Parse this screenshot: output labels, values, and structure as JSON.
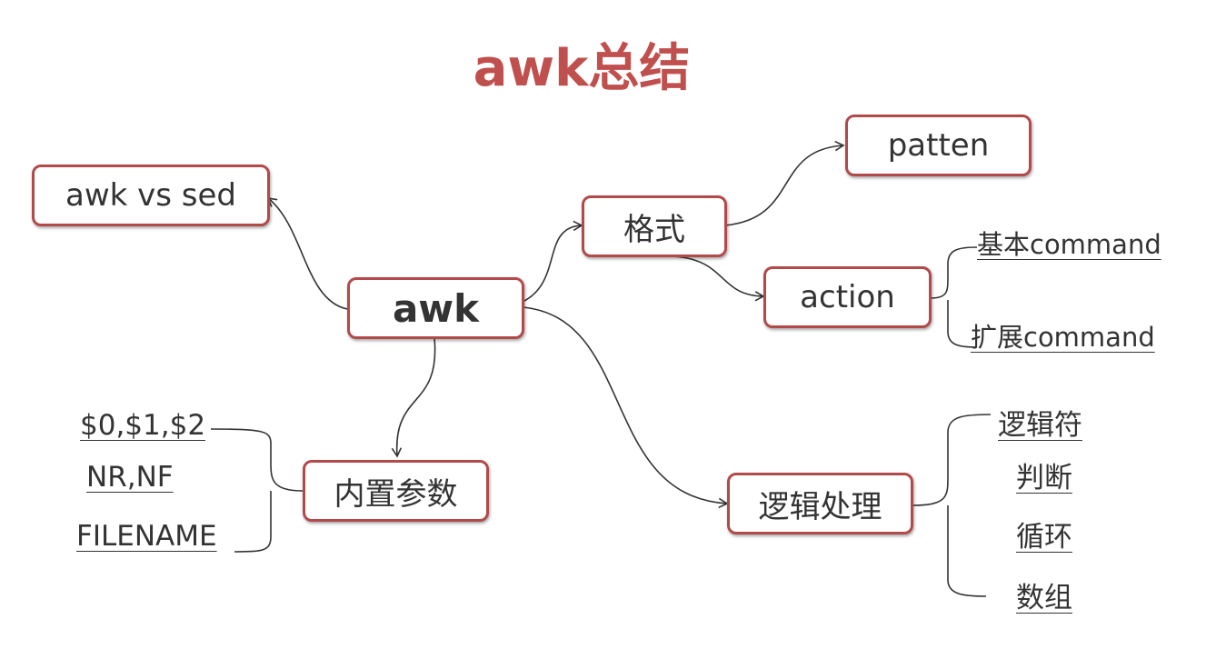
{
  "title": "awk总结",
  "colors": {
    "title": "#c0504d",
    "node_border": "#b24a4a",
    "lines": "#333333"
  },
  "nodes": {
    "root": "awk",
    "awk_vs_sed": "awk vs sed",
    "format": "格式",
    "patten": "patten",
    "action": "action",
    "builtin_params": "内置参数",
    "logic": "逻辑处理"
  },
  "action_children": [
    "基本command",
    "扩展command"
  ],
  "builtin_children": [
    "$0,$1,$2",
    "NR,NF",
    "FILENAME"
  ],
  "logic_children": [
    "逻辑符",
    "判断",
    "循环",
    "数组"
  ]
}
